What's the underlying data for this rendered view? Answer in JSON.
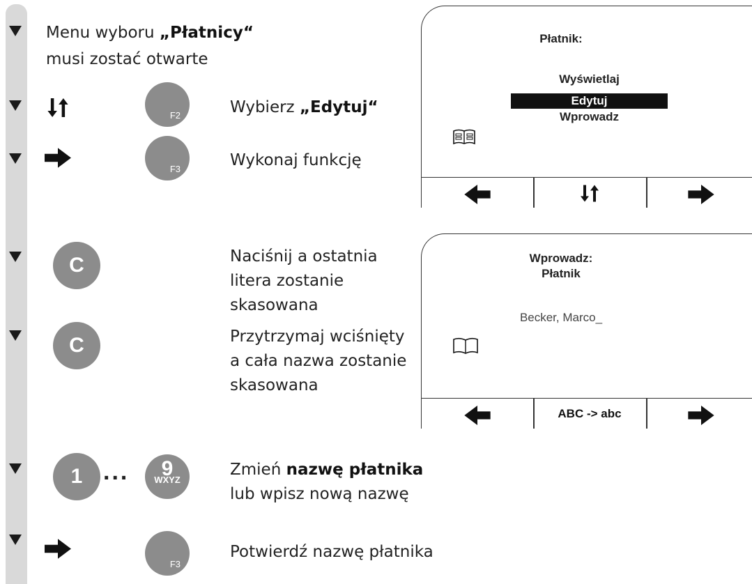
{
  "steps": {
    "s1": {
      "a": "Menu wyboru ",
      "b": "„Płatnicy“",
      "line2": "musi zostać otwarte"
    },
    "s2": {
      "key": "F2",
      "a": "Wybierz ",
      "b": "„Edytuj“"
    },
    "s3": {
      "key": "F3",
      "a": "Wykonaj funkcję"
    },
    "s4": {
      "key": "C",
      "line1": "Naciśnij a ostatnia",
      "line2": "litera zostanie",
      "line3": "skasowana"
    },
    "s5": {
      "key": "C",
      "line1": "Przytrzymaj wciśnięty",
      "line2": "a cała nazwa zostanie",
      "line3": "skasowana"
    },
    "s6": {
      "key_from": "1",
      "dots": "...",
      "key_to": "9",
      "key_to_letters": "WXYZ",
      "a": "Zmień ",
      "b": "nazwę płatnika",
      "line2": "lub wpisz nową nazwę"
    },
    "s7": {
      "key": "F3",
      "a": "Potwierdź nazwę płatnika"
    }
  },
  "screen1": {
    "title": "Płatnik:",
    "items": [
      "Wyświetlaj",
      "Edytuj",
      "Wprowadz"
    ],
    "selected_index": 1,
    "icon": "address-book-icon",
    "softkeys": [
      "left-arrow-icon",
      "up-down-arrows-icon",
      "right-arrow-icon"
    ]
  },
  "screen2": {
    "title1": "Wprowadz:",
    "title2": "Płatnik",
    "entry": "Becker, Marco_",
    "icon": "open-book-icon",
    "softkeys": {
      "left": "left-arrow-icon",
      "middle_label": "ABC -> abc",
      "right": "right-arrow-icon"
    }
  },
  "colors": {
    "sidebar": "#d9d9d9",
    "key": "#8c8c8c",
    "ink": "#1a1a1a",
    "selected_bg": "#111111"
  }
}
